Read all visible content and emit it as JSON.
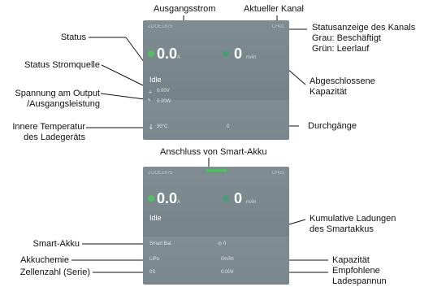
{
  "colors": {
    "accent_green": "#4ec05e",
    "screen_bg": "#7a888d",
    "leader_line": "#111111"
  },
  "screen1": {
    "header_left": "ZOOE1875",
    "header_right": "CH01",
    "current_value": "0.0",
    "current_unit": "A",
    "capacity_value": "0",
    "capacity_unit": "mAh",
    "status_text": "Idle",
    "voltage_text": "0.00V",
    "power_text": "0.00W",
    "temperature_text": "30°C",
    "cycles_text": "0"
  },
  "screen2": {
    "header_left": "ZOOE1875",
    "header_right": "CH01",
    "current_value": "0.0",
    "current_unit": "A",
    "capacity_value": "0",
    "capacity_unit": "mAh",
    "status_text": "Idle",
    "smart_battery_text": "Smart Bat",
    "cumulative_text": "0",
    "chemistry_text": "LiPo",
    "capacity_text": "0mAh",
    "cells_text": "0S",
    "voltage_text": "0.00V"
  },
  "labels": {
    "ausgangsstrom": "Ausgangsstrom",
    "aktueller_kanal": "Aktueller Kanal",
    "status": "Status",
    "kanal_status_1": "Statusanzeige des Kanals",
    "kanal_status_2": "Grau: Beschäftigt",
    "kanal_status_3": "Grün: Leerlauf",
    "stromquelle": "Status Stromquelle",
    "kapazitaet_abgeschl_1": "Abgeschlossene",
    "kapazitaet_abgeschl_2": "Kapazität",
    "spannung_1": "Spannung am Output",
    "spannung_2": "/Ausgangsleistung",
    "innere_temp_1": "Innere Temperatur",
    "innere_temp_2": "des Ladegeräts",
    "durchgaenge": "Durchgänge",
    "anschluss_smart": "Anschluss von Smart-Akku",
    "kumulative_1": "Kumulative Ladungen",
    "kumulative_2": "des Smartakkus",
    "smart_akku": "Smart-Akku",
    "akkuchemie": "Akkuchemie",
    "kapazitaet": "Kapazität",
    "zellenzahl": "Zellenzahl (Serie)",
    "empfohlene_1": "Empfohlene",
    "empfohlene_2": "Ladespannun"
  }
}
